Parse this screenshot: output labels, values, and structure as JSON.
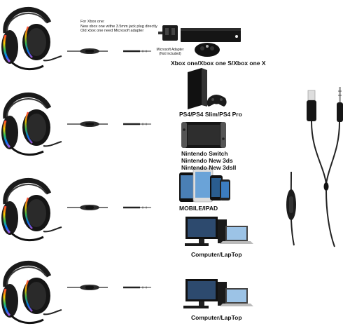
{
  "xbox_note": {
    "title": "For Xbox one:",
    "line1": "New xbox one withe 3.5mm jack plug directly",
    "line2": "Old xbox one need Microsoft adapter"
  },
  "adapter_label": {
    "line1": "Microsoft Adapter",
    "line2": "(Not Included)"
  },
  "devices": [
    {
      "label": "Xbox one/Xbox one S/Xbox one X"
    },
    {
      "label": "PS4/PS4 Slim/PS4 Pro"
    },
    {
      "lines": [
        "Nintendo Switch",
        "Nintendo New 3ds",
        "Nintendo New 3dsll"
      ]
    },
    {
      "label": "MOBILE/IPAD"
    },
    {
      "label": "Computer/LapTop"
    },
    {
      "label": "Computer/LapTop"
    }
  ],
  "colors": {
    "headset": "#1a1a1a",
    "rgb_glow": [
      "#ff3b30",
      "#ffcc00",
      "#34c759",
      "#007aff",
      "#af52de"
    ],
    "cable": "#222222"
  },
  "icons": [
    "headset-icon",
    "inline-control-icon",
    "jack-plug-icon",
    "xbox-console-icon",
    "ps4-console-icon",
    "switch-console-icon",
    "phone-tablet-icon",
    "desktop-laptop-icon",
    "usb-plug-icon",
    "splitter-cable-icon"
  ]
}
